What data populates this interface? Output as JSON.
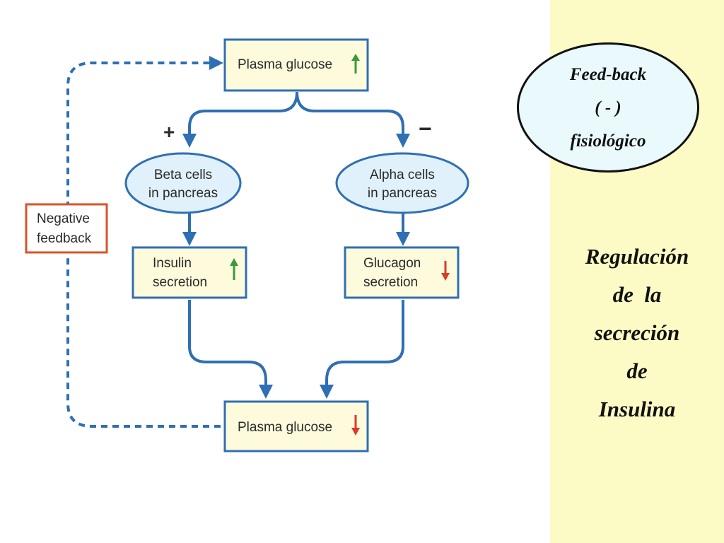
{
  "diagram": {
    "top_box": {
      "label": "Plasma glucose",
      "indicator": "up-arrow-green"
    },
    "bottom_box": {
      "label": "Plasma glucose",
      "indicator": "down-arrow-red"
    },
    "beta_cells": {
      "line1": "Beta cells",
      "line2": "in pancreas"
    },
    "alpha_cells": {
      "line1": "Alpha cells",
      "line2": "in pancreas"
    },
    "insulin_box": {
      "line1": "Insulin",
      "line2": "secretion",
      "indicator": "up-arrow-green"
    },
    "glucagon_box": {
      "line1": "Glucagon",
      "line2": "secretion",
      "indicator": "down-arrow-red"
    },
    "plus_sign": "+",
    "minus_sign": "−",
    "negative_feedback": {
      "line1": "Negative",
      "line2": "feedback"
    }
  },
  "side": {
    "oval": {
      "line1": "Feed-back",
      "line2": "( - )",
      "line3": "fisiológico"
    },
    "title_lines": [
      "Regulación",
      "de  la",
      "secreción",
      "de",
      "Insulina"
    ]
  },
  "colors": {
    "flow_blue": "#2f6fb3",
    "box_fill": "#fdfbdc",
    "oval_fill": "#e1f1fb",
    "feedback_border": "#d9532b",
    "up_arrow": "#3a9a3a",
    "down_arrow": "#d93b2b",
    "side_panel": "#fdfbc5"
  }
}
